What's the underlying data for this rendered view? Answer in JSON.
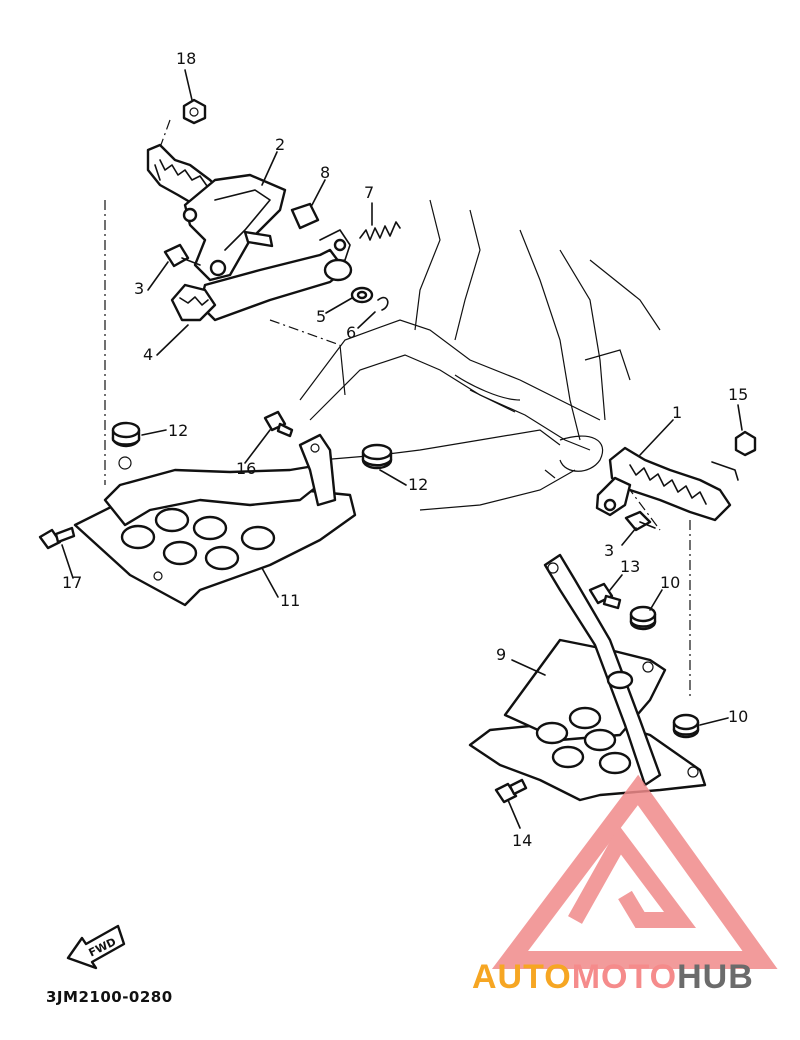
{
  "diagram": {
    "code": "3JM2100-0280",
    "fwd_label": "FWD",
    "part_numbers": {
      "p1": "1",
      "p2": "2",
      "p3a": "3",
      "p3b": "3",
      "p4": "4",
      "p5": "5",
      "p6": "6",
      "p7": "7",
      "p8": "8",
      "p9": "9",
      "p10a": "10",
      "p10b": "10",
      "p11": "11",
      "p12a": "12",
      "p12b": "12",
      "p13": "13",
      "p14": "14",
      "p15": "15",
      "p16": "16",
      "p17": "17",
      "p18": "18"
    }
  },
  "watermark": {
    "part1": "AUTO",
    "part2": "MOTO",
    "part3": "HUB",
    "colors": {
      "auto": "#f6a623",
      "moto": "#f58b8b",
      "hub": "#6b6b6b",
      "logo": "#f08a8a"
    }
  }
}
